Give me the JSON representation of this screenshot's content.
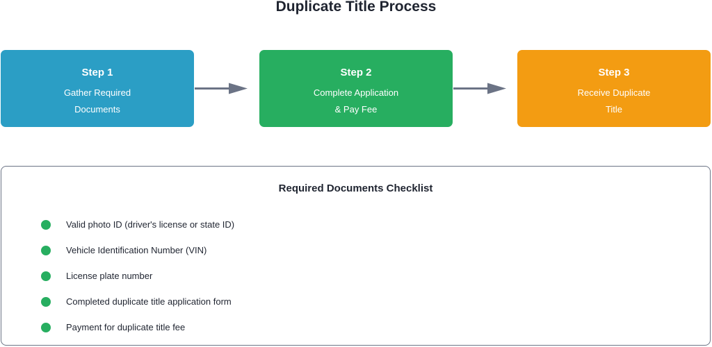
{
  "title": "Duplicate Title Process",
  "steps": [
    {
      "heading": "Step 1",
      "desc_line1": "Gather Required",
      "desc_line2": "Documents",
      "color": "#2b9ec5"
    },
    {
      "heading": "Step 2",
      "desc_line1": "Complete Application",
      "desc_line2": "& Pay Fee",
      "color": "#27ae60"
    },
    {
      "heading": "Step 3",
      "desc_line1": "Receive Duplicate",
      "desc_line2": "Title",
      "color": "#f39c12"
    }
  ],
  "arrow_color": "#6b7385",
  "checklist": {
    "title": "Required Documents Checklist",
    "bullet_color": "#27ae60",
    "items": [
      "Valid photo ID (driver's license or state ID)",
      "Vehicle Identification Number (VIN)",
      "License plate number",
      "Completed duplicate title application form",
      "Payment for duplicate title fee"
    ]
  }
}
